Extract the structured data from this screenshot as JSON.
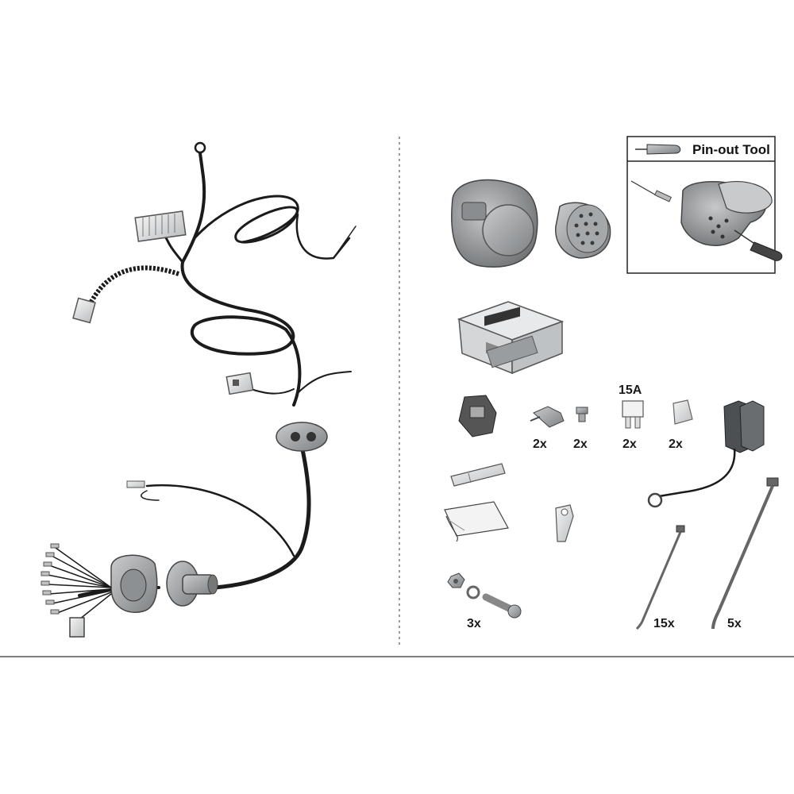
{
  "tool_box": {
    "title": "Pin-out Tool"
  },
  "quantities": {
    "terminal": "2x",
    "screw_small": "2x",
    "fuse": "2x",
    "cap": "2x",
    "bolt_set": "3x",
    "cable_tie_small": "15x",
    "cable_tie_large": "5x"
  },
  "fuse_rating": "15A",
  "colors": {
    "wire": "#1b1b1b",
    "part_grey": "#a9abad",
    "part_dark": "#5f6264",
    "divider": "#7a7a7a"
  },
  "icons": {
    "connector": "socket-13pin-icon",
    "module": "control-module-icon",
    "tool": "pin-out-tool-icon"
  }
}
